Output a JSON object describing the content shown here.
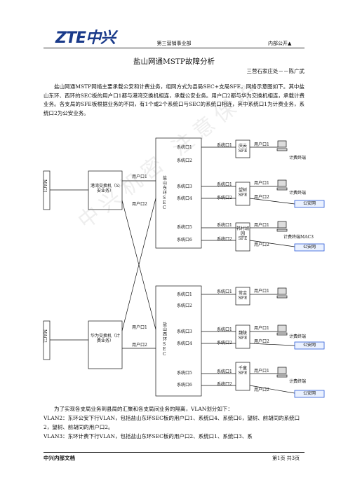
{
  "header": {
    "logo": "ZTE中兴",
    "department": "第三营销事业部",
    "classification": "内部公开▲"
  },
  "title": "盐山网通MSTP故障分析",
  "author": "三营石家庄处－－陈广武",
  "intro": "盐山网通MSTP网络主要承载公安和计费业务，组网方式为县局SEC+支局SFE，网络示意图如下。其中盐山东环、西环的SEC板的用户口1都与港湾交换机相连，承载公安业务。用户口2都与华为交换机相连，承载计费业务。各支局的SFE板根据业务的不同，有1个或2个系统口与SEC的系统口相连，其中系统口1为计费业务，系统口2为公安业务。",
  "diagram": {
    "mac1": "MAC1",
    "mac2": "MAC2",
    "switch1": "港湾交换机（公安业务）",
    "switch2": "华为交换机（计费业务）",
    "user_port1": "用户口1",
    "user_port2": "用户口2",
    "sec_east": "盐山东环SEC",
    "sec_west": "盐山西环SEC",
    "sys_ports": [
      "系统口1",
      "系统口2",
      "系统口3",
      "系统口4",
      "系统口5",
      "系统口6"
    ],
    "sfe_nodes": [
      "庆云SFE",
      "望树SFE",
      "韩村胡园SFE",
      "常金SFE",
      "魏陵SFE",
      "千童SFE"
    ],
    "sfe_sys1": "系统口1",
    "sfe_sys2": "系统口2",
    "billing_terminal": "计费终端",
    "billing_terminal_mac3": "计费终端MAC3",
    "police_net": "公安网"
  },
  "vlan_intro": "为了实现各支局业务到县局的汇聚和各支局间业务的隔离，VLAN划分如下：",
  "vlan2": "VLAN2：东环公安下行VLAN，包括盐山东环SEC板的用户口1、系统口4、系统口6，望树、前胡同的系统口2，望树、前胡同的用户口2。",
  "vlan3": "VLAN3：东环计费下行VLAN，包括盐山东环SEC板的用户口2、系统口1、系统口3、系",
  "footer": {
    "left": "中兴内部文档",
    "right": "第1页 共3页"
  },
  "watermark": "中兴机密 注意保护"
}
